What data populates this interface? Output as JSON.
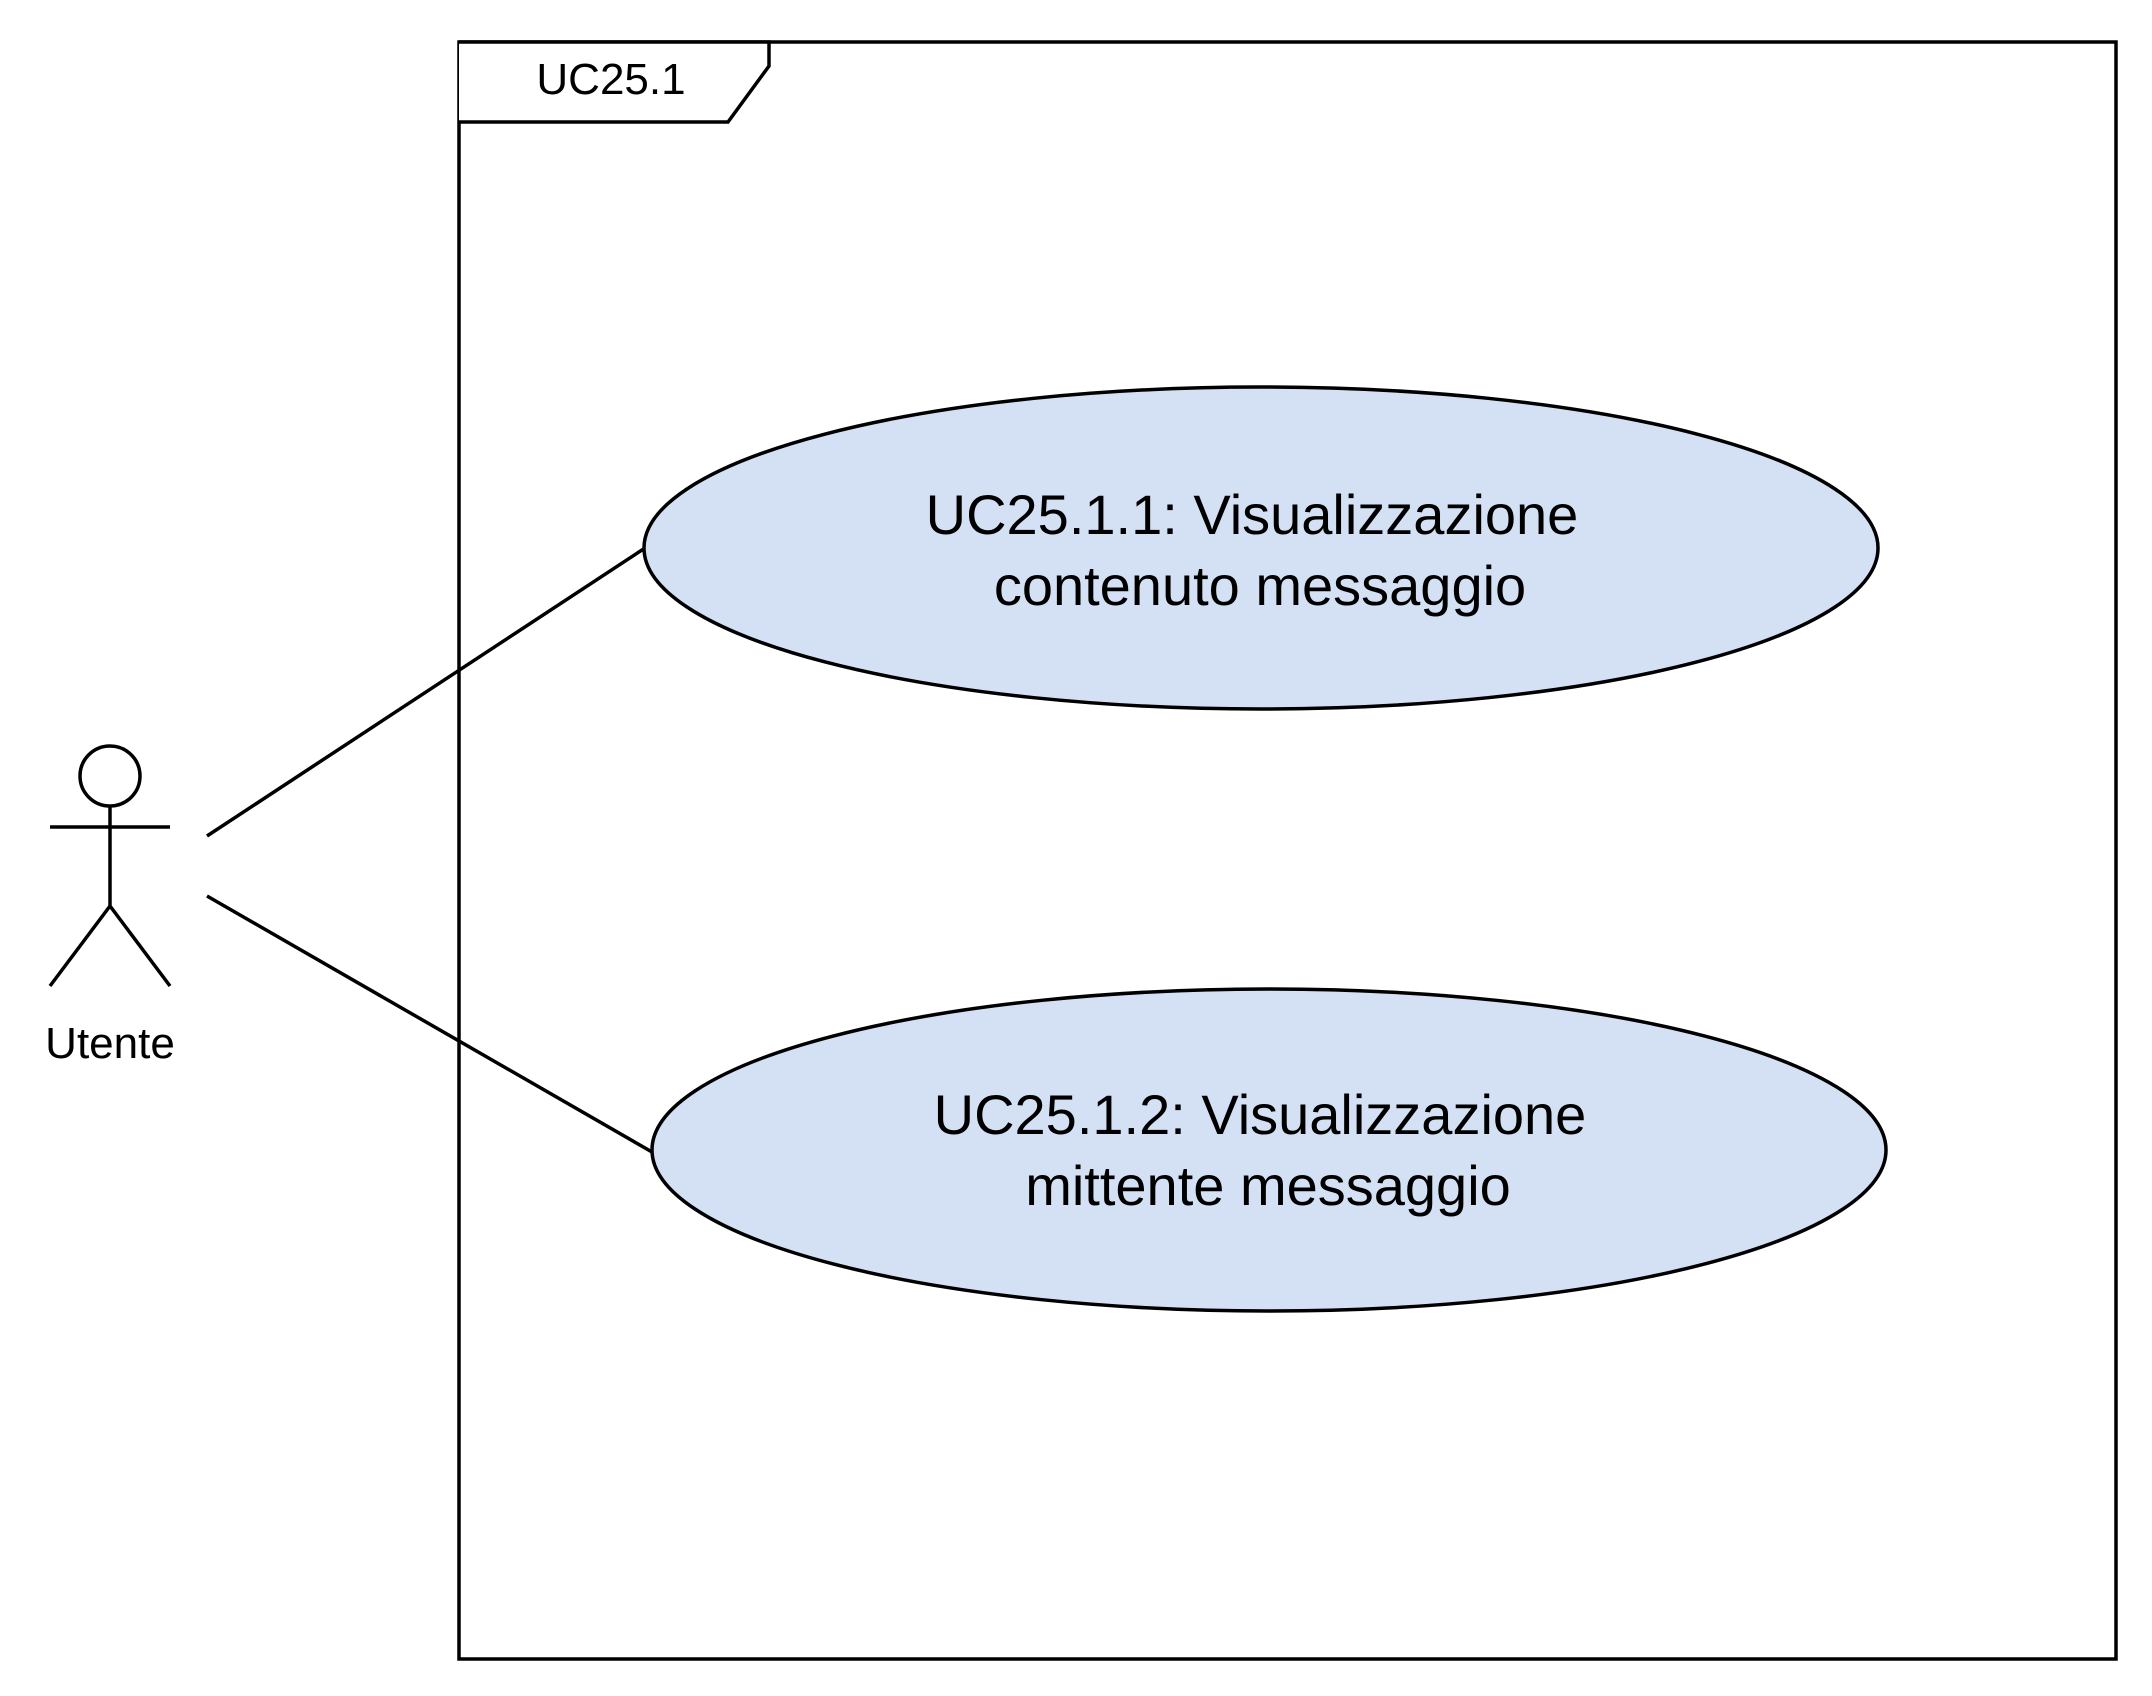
{
  "diagram": {
    "type": "uml-use-case",
    "system": {
      "label": "UC25.1"
    },
    "actor": {
      "name": "Utente"
    },
    "use_cases": [
      {
        "line1": "UC25.1.1: Visualizzazione",
        "line2": "contenuto messaggio"
      },
      {
        "line1": "UC25.1.2: Visualizzazione",
        "line2": "mittente messaggio"
      }
    ],
    "colors": {
      "use_case_fill": "#d4e1f5",
      "stroke": "#000000",
      "background": "#ffffff"
    }
  }
}
